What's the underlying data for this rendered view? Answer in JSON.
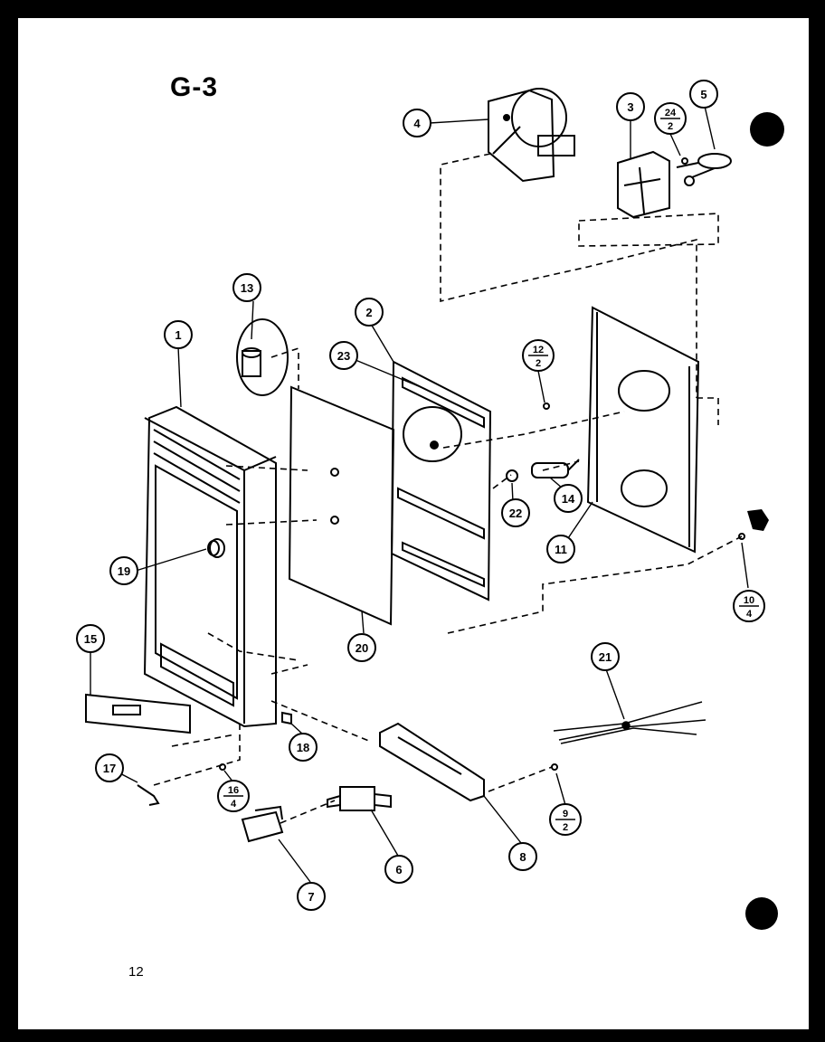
{
  "diagram": {
    "title": "G-3",
    "page_number": "12",
    "callouts": [
      {
        "id": "1",
        "label": "1"
      },
      {
        "id": "2",
        "label": "2"
      },
      {
        "id": "3",
        "label": "3"
      },
      {
        "id": "4",
        "label": "4"
      },
      {
        "id": "5",
        "label": "5"
      },
      {
        "id": "6",
        "label": "6"
      },
      {
        "id": "7",
        "label": "7"
      },
      {
        "id": "8",
        "label": "8"
      },
      {
        "id": "9",
        "label": "9",
        "qty": "2"
      },
      {
        "id": "10",
        "label": "10",
        "qty": "4"
      },
      {
        "id": "11",
        "label": "11"
      },
      {
        "id": "12",
        "label": "12",
        "qty": "2"
      },
      {
        "id": "13",
        "label": "13"
      },
      {
        "id": "14",
        "label": "14"
      },
      {
        "id": "15",
        "label": "15"
      },
      {
        "id": "16",
        "label": "16",
        "qty": "4"
      },
      {
        "id": "17",
        "label": "17"
      },
      {
        "id": "18",
        "label": "18"
      },
      {
        "id": "19",
        "label": "19"
      },
      {
        "id": "20",
        "label": "20"
      },
      {
        "id": "21",
        "label": "21"
      },
      {
        "id": "22",
        "label": "22"
      },
      {
        "id": "23",
        "label": "23"
      },
      {
        "id": "24",
        "label": "24",
        "qty": "2"
      }
    ]
  }
}
